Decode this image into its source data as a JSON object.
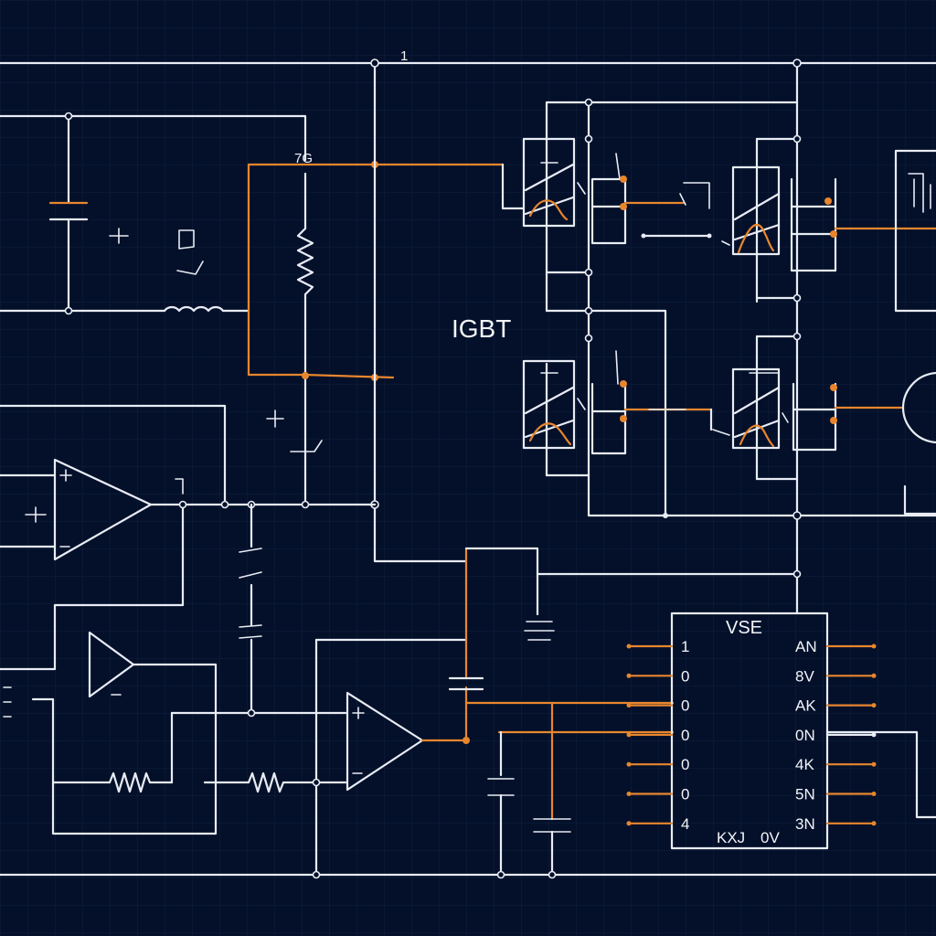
{
  "colors": {
    "background": "#04102a",
    "grid": "#0f1f3e",
    "wire": "#e8ecf4",
    "highlight": "#e8862e"
  },
  "labels": {
    "top_mark": "1",
    "resistor_mark": "7G",
    "igbt": "IGBT",
    "chip_title": "VSE",
    "chip_bottom_left": "KXJ",
    "chip_bottom_right": "0V"
  },
  "chip": {
    "left_pins": [
      "1",
      "0",
      "0",
      "0",
      "0",
      "0",
      "4"
    ],
    "right_pins": [
      "AN",
      "8V",
      "AK",
      "0N",
      "4K",
      "5N",
      "3N"
    ]
  },
  "icons": [
    "capacitor-icon",
    "resistor-icon",
    "inductor-icon",
    "op-amp-icon",
    "igbt-icon",
    "ic-chip-icon"
  ]
}
